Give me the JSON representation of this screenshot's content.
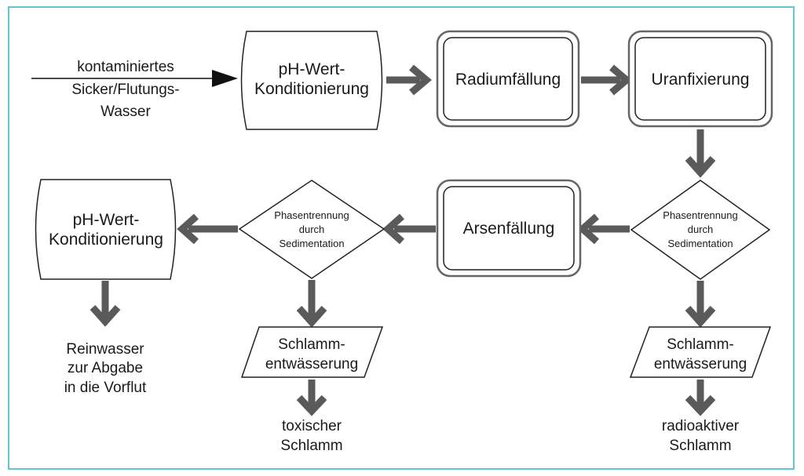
{
  "input": {
    "line1": "kontaminiertes",
    "line2": "Sicker/Flutungs-",
    "line3": "Wasser"
  },
  "ph1": {
    "line1": "pH-Wert-",
    "line2": "Konditionierung"
  },
  "radium": {
    "label": "Radiumfällung"
  },
  "uran": {
    "label": "Uranfixierung"
  },
  "sep_right": {
    "line1": "Phasentrennung",
    "line2": "durch",
    "line3": "Sedimentation"
  },
  "arsen": {
    "label": "Arsenfällung"
  },
  "sep_left": {
    "line1": "Phasentrennung",
    "line2": "durch",
    "line3": "Sedimentation"
  },
  "ph2": {
    "line1": "pH-Wert-",
    "line2": "Konditionierung"
  },
  "dew_left": {
    "line1": "Schlamm-",
    "line2": "entwässerung"
  },
  "dew_right": {
    "line1": "Schlamm-",
    "line2": "entwässerung"
  },
  "out_clean": {
    "line1": "Reinwasser",
    "line2": "zur Abgabe",
    "line3": "in die Vorflut"
  },
  "out_toxic": {
    "line1": "toxischer",
    "line2": "Schlamm"
  },
  "out_radio": {
    "line1": "radioaktiver",
    "line2": "Schlamm"
  },
  "colors": {
    "frame": "#5fc6d6",
    "arrow": "#5a5a5a",
    "box_border": "#222222",
    "double_border": "#666666"
  }
}
